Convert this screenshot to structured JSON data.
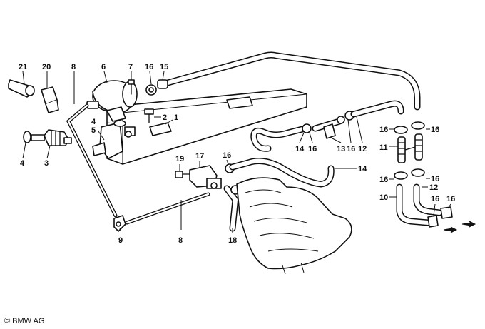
{
  "callouts": [
    {
      "id": "c21",
      "text": "21"
    },
    {
      "id": "c20",
      "text": "20"
    },
    {
      "id": "c8a",
      "text": "8"
    },
    {
      "id": "c6",
      "text": "6"
    },
    {
      "id": "c7",
      "text": "7"
    },
    {
      "id": "c16a",
      "text": "16"
    },
    {
      "id": "c15",
      "text": "15"
    },
    {
      "id": "c2",
      "text": "2"
    },
    {
      "id": "c1",
      "text": "1"
    },
    {
      "id": "c5",
      "text": "5"
    },
    {
      "id": "c4a",
      "text": "4"
    },
    {
      "id": "c4b",
      "text": "4"
    },
    {
      "id": "c3",
      "text": "3"
    },
    {
      "id": "c19",
      "text": "19"
    },
    {
      "id": "c17",
      "text": "17"
    },
    {
      "id": "c16b",
      "text": "16"
    },
    {
      "id": "c14a",
      "text": "14"
    },
    {
      "id": "c16c",
      "text": "16"
    },
    {
      "id": "c13",
      "text": "13"
    },
    {
      "id": "c16d",
      "text": "16"
    },
    {
      "id": "c12a",
      "text": "12"
    },
    {
      "id": "c14b",
      "text": "14"
    },
    {
      "id": "c16e",
      "text": "16"
    },
    {
      "id": "c16f",
      "text": "16"
    },
    {
      "id": "c11",
      "text": "11"
    },
    {
      "id": "c16g",
      "text": "16"
    },
    {
      "id": "c16h",
      "text": "16"
    },
    {
      "id": "c12b",
      "text": "12"
    },
    {
      "id": "c10",
      "text": "10"
    },
    {
      "id": "c16i",
      "text": "16"
    },
    {
      "id": "c16j",
      "text": "16"
    },
    {
      "id": "c9",
      "text": "9"
    },
    {
      "id": "c8b",
      "text": "8"
    },
    {
      "id": "c18",
      "text": "18"
    }
  ],
  "copyright": "© BMW AG"
}
